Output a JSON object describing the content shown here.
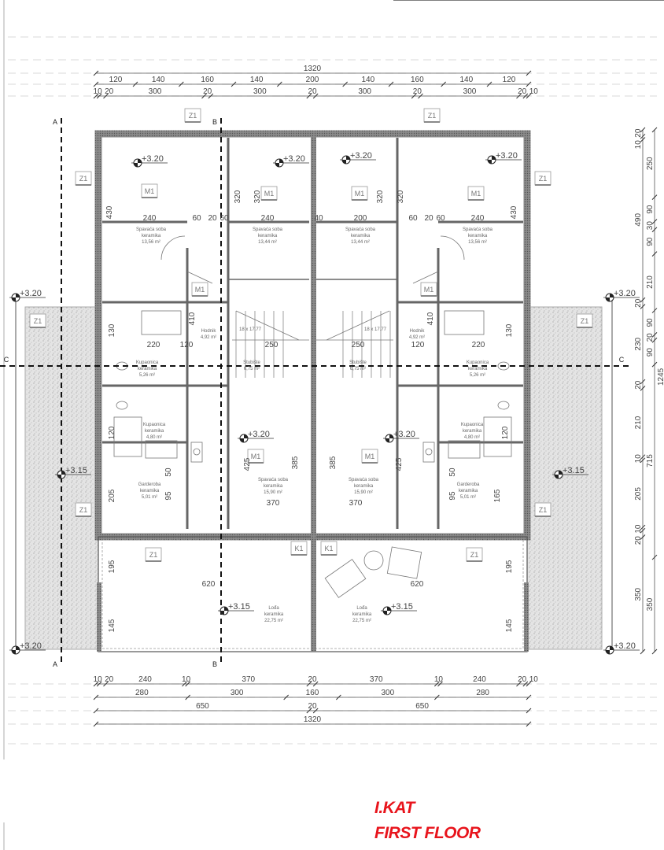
{
  "plan": {
    "title_hr": "I.KAT",
    "title_en": "FIRST FLOOR",
    "dims_top": [
      [
        1320
      ],
      [
        120,
        140,
        160,
        140,
        200,
        140,
        160,
        140,
        120
      ],
      [
        10,
        20,
        300,
        20,
        300,
        20,
        300,
        20,
        300,
        20,
        10
      ]
    ],
    "dims_bottom": [
      [
        10,
        20,
        240,
        10,
        370,
        20,
        370,
        10,
        240,
        20,
        10
      ],
      [
        280,
        300,
        160,
        300,
        280
      ],
      [
        650,
        20,
        650
      ],
      [
        1320
      ]
    ],
    "dims_right": [
      [
        20,
        10,
        490,
        20,
        230,
        20,
        210,
        10,
        205,
        10,
        20,
        350
      ],
      [
        250,
        90,
        30,
        90,
        210,
        90,
        20,
        90,
        715,
        350
      ]
    ],
    "right_total": "1245",
    "rooms": [
      {
        "name": "Spavaća soba",
        "floor": "keramika",
        "area": "13,56 m²"
      },
      {
        "name": "Spavaća soba",
        "floor": "keramika",
        "area": "13,44 m²"
      },
      {
        "name": "Spavaća soba",
        "floor": "keramika",
        "area": "13,44 m²"
      },
      {
        "name": "Spavaća soba",
        "floor": "keramika",
        "area": "13,56 m²"
      },
      {
        "name": "Hodnik",
        "floor": "",
        "area": "4,92 m²"
      },
      {
        "name": "Hodnik",
        "floor": "",
        "area": "4,92 m²"
      },
      {
        "name": "Kupaonica",
        "floor": "keramika",
        "area": "5,26 m²"
      },
      {
        "name": "Kupaonica",
        "floor": "keramika",
        "area": "5,26 m²"
      },
      {
        "name": "Stubište",
        "floor": "",
        "area": "6,75 m²"
      },
      {
        "name": "Stubište",
        "floor": "",
        "area": "6,75 m²"
      },
      {
        "name": "Kupaonica",
        "floor": "keramika",
        "area": "4,80 m²"
      },
      {
        "name": "Kupaonica",
        "floor": "keramika",
        "area": "4,80 m²"
      },
      {
        "name": "Garderoba",
        "floor": "keramika",
        "area": "5,01 m²"
      },
      {
        "name": "Garderoba",
        "floor": "keramika",
        "area": "5,01 m²"
      },
      {
        "name": "Spavaća soba",
        "floor": "keramika",
        "area": "15,90 m²"
      },
      {
        "name": "Spavaća soba",
        "floor": "keramika",
        "area": "15,90 m²"
      },
      {
        "name": "Lođa",
        "floor": "keramika",
        "area": "22,75 m²"
      },
      {
        "name": "Lođa",
        "floor": "keramika",
        "area": "22,75 m²"
      }
    ],
    "levels": {
      "high": "+3.20",
      "low": "+3.15"
    },
    "tags": {
      "window": "Z1",
      "door": "M1",
      "balcony_door": "K1"
    },
    "sections": {
      "a": "A",
      "b": "B",
      "c": "C"
    },
    "stair_label": "18 x 17.77",
    "interior_dims": [
      "240",
      "60",
      "20",
      "60",
      "240",
      "40",
      "200",
      "60",
      "20",
      "60",
      "240",
      "430",
      "320",
      "320",
      "320",
      "320",
      "430",
      "220",
      "120",
      "120",
      "220",
      "410",
      "410",
      "250",
      "250",
      "370",
      "370",
      "385",
      "385",
      "425",
      "425",
      "205",
      "165",
      "50",
      "50",
      "95",
      "95",
      "120",
      "120",
      "620",
      "620",
      "195",
      "195",
      "145",
      "145",
      "130",
      "130"
    ]
  },
  "colors": {
    "caption": "#e8141c",
    "wall": "#6f6f6f",
    "gravel": "#d6d6d6"
  }
}
